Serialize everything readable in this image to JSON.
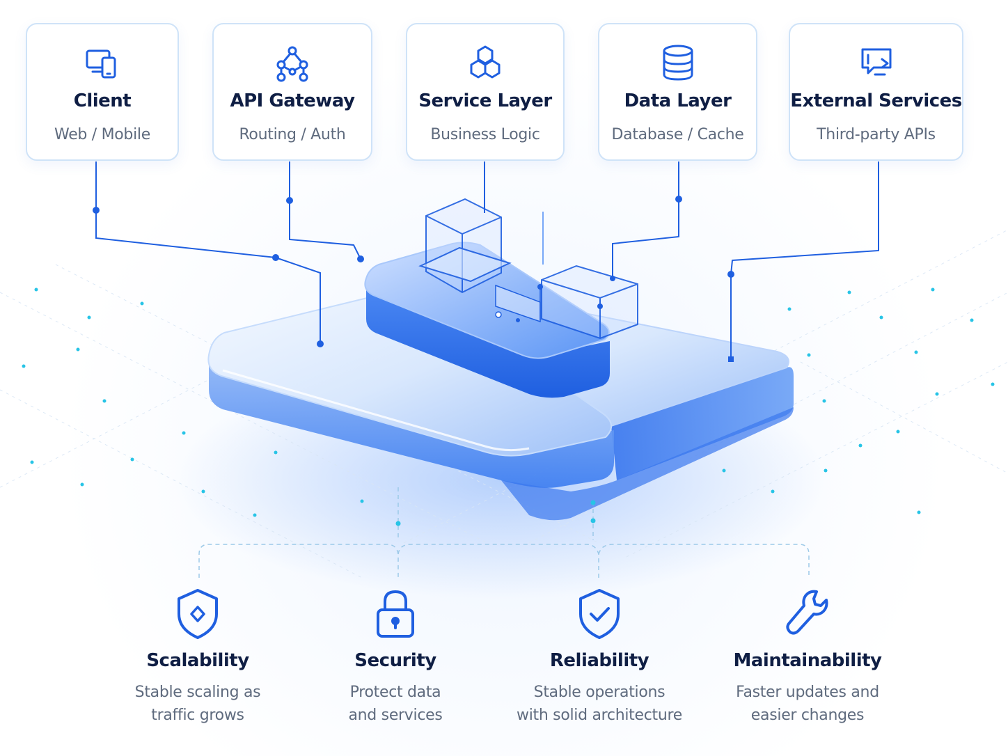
{
  "components": [
    {
      "title": "Client",
      "subtitle": "Web / Mobile",
      "icon": "devices-icon"
    },
    {
      "title": "API Gateway",
      "subtitle": "Routing / Auth",
      "icon": "network-nodes-icon"
    },
    {
      "title": "Service Layer",
      "subtitle": "Business Logic",
      "icon": "hexagon-cluster-icon"
    },
    {
      "title": "Data Layer",
      "subtitle": "Database / Cache",
      "icon": "database-icon"
    },
    {
      "title": "External Services",
      "subtitle": "Third-party APIs",
      "icon": "external-link-monitor-icon"
    }
  ],
  "qualities": [
    {
      "title": "Scalability",
      "line1": "Stable scaling as",
      "line2": "traffic grows",
      "icon": "shield-diamond-icon"
    },
    {
      "title": "Security",
      "line1": "Protect data",
      "line2": "and services",
      "icon": "padlock-icon"
    },
    {
      "title": "Reliability",
      "line1": "Stable operations",
      "line2": "with solid architecture",
      "icon": "shield-check-icon"
    },
    {
      "title": "Maintainability",
      "line1": "Faster updates and",
      "line2": "easier changes",
      "icon": "wrench-icon"
    }
  ],
  "colors": {
    "accent": "#1f5fe0",
    "accent_light": "#4d8df5",
    "card_border": "#cfe3f8",
    "title_text": "#0f1e44",
    "subtitle_text": "#5f6b7e",
    "grid_dot": "#27c4e6"
  }
}
